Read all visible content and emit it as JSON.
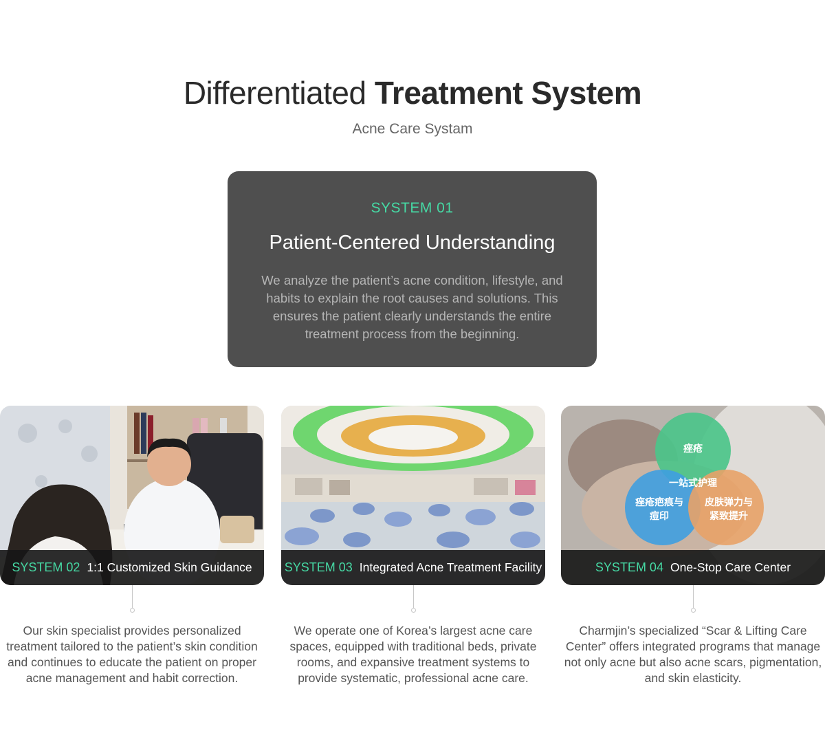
{
  "header": {
    "title_light": "Differentiated ",
    "title_bold": "Treatment System",
    "subtitle": "Acne Care Systam"
  },
  "system01": {
    "label": "SYSTEM 01",
    "title": "Patient-Centered Understanding",
    "description": "We analyze the patient’s acne condition, lifestyle, and habits to explain the root causes and solutions. This ensures the patient clearly understands the entire treatment process from the beginning."
  },
  "systems": [
    {
      "num": "SYSTEM 02",
      "name": "1:1 Customized Skin Guidance",
      "description": "Our skin specialist provides personalized treatment tailored to the patient’s skin condition and continues to educate the patient on proper acne management and habit correction."
    },
    {
      "num": "SYSTEM 03",
      "name": "Integrated Acne Treatment Facility",
      "description": "We operate one of Korea’s largest acne care spaces, equipped with traditional beds, private rooms, and expansive treatment systems to provide systematic, professional acne care."
    },
    {
      "num": "SYSTEM 04",
      "name": "One-Stop Care Center",
      "description": "Charmjin’s specialized “Scar & Lifting Care Center” offers integrated programs that manage not only acne but also acne scars, pigmentation, and skin elasticity."
    }
  ],
  "venn": {
    "top": "痤疮",
    "center": "一站式护理",
    "left": "痤疮疤痕与痘印",
    "right": "皮肤弹力与紧致提升"
  },
  "colors": {
    "accent": "#46d9a4",
    "card_bg": "#4f4f4f",
    "bar_bg": "#161616"
  }
}
